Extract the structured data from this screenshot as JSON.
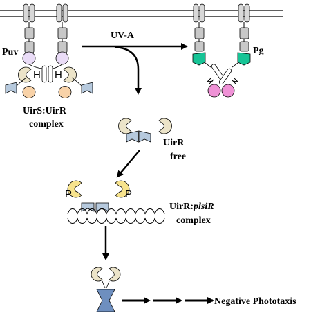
{
  "labels": {
    "puv": "Puv",
    "pg": "Pg",
    "uv_a": "UV-A",
    "uirs_uirr_line1": "UirS:UirR",
    "uirs_uirr_line2": "complex",
    "uirr_free_line1": "UirR",
    "uirr_free_line2": "free",
    "uirr_plsir_prefix": "UirR:",
    "uirr_plsir_italic": "plsiR",
    "uirr_plsir_line2": "complex",
    "negative_phototaxis": "Negative Phototaxis",
    "h_left": "H",
    "h_right": "H",
    "p_left": "P",
    "p_right": "P"
  },
  "colors": {
    "membrane": "#000000",
    "helix_gray": "#c8c8c8",
    "lavender_domain": "#eadcf7",
    "green_domain": "#17c496",
    "pink_domain": "#ef92d6",
    "peach_domain": "#f8d2a8",
    "receiver_beige": "#ece4c9",
    "receiver_yellow": "#f7e38d",
    "dna_binding_blue": "#b6c9dd",
    "dna_binding_dark": "#6e8fbf"
  }
}
